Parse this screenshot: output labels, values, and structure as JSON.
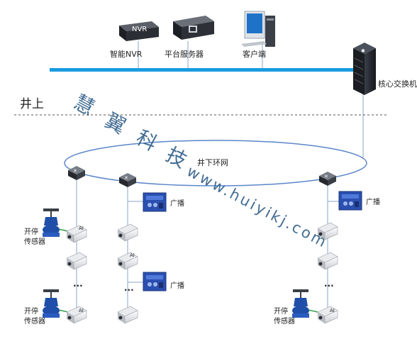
{
  "devices": {
    "nvr": {
      "label": "智能NVR",
      "badge": "NVR"
    },
    "server": {
      "label": "平台服务器"
    },
    "client": {
      "label": "客户端"
    },
    "core_switch": {
      "label": "核心交换机"
    }
  },
  "zones": {
    "surface": "井上",
    "ring_network": "井下环网"
  },
  "watermark": {
    "cn": [
      "慧",
      "翼",
      "科",
      "技"
    ],
    "url": "www.huiyikj.com"
  },
  "labels": {
    "broadcast": "广播",
    "ai": "AI",
    "sensor_line1": "开停",
    "sensor_line2": "传感器",
    "ellipsis": "..."
  },
  "colors": {
    "backbone": "#1a9ce0",
    "ring": "#5b86c9",
    "wire": "#8aa4c8",
    "green_wire": "#2fa14a",
    "broadcast_body": "#2a4fb0",
    "sensor_body": "#1f4fa8",
    "watermark": "#2f5e88"
  }
}
